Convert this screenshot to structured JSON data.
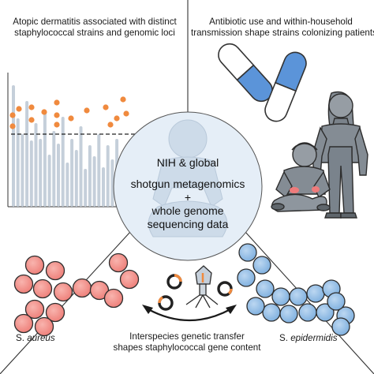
{
  "panels": {
    "top_left_caption": [
      "Atopic dermatitis associated with distinct",
      "staphylococcal strains and genomic loci"
    ],
    "top_right_caption": [
      "Antibiotic use and within-household",
      "transmission shape strains colonizing patients"
    ],
    "bottom_caption": [
      "Interspecies genetic transfer",
      "shapes staphylococcal gene content"
    ]
  },
  "center": {
    "line1": "NIH & global",
    "line2": "shotgun metagenomics",
    "line3": "+",
    "line4": "whole genome",
    "line5": "sequencing data"
  },
  "labels": {
    "aureus_prefix": "S.",
    "aureus_name": "aureus",
    "epidermidis_prefix": "S.",
    "epidermidis_name": "epidermidis"
  },
  "colors": {
    "orange_points": "#f08a3e",
    "grey_bars": "#c5cfda",
    "aureus": "#f4908a",
    "epidermidis": "#8fbbe4",
    "capsule_blue": "#5b94d9",
    "center_circle": "#e5eef7",
    "figures": "#848c94",
    "skin_patch": "#ef7b7b"
  }
}
